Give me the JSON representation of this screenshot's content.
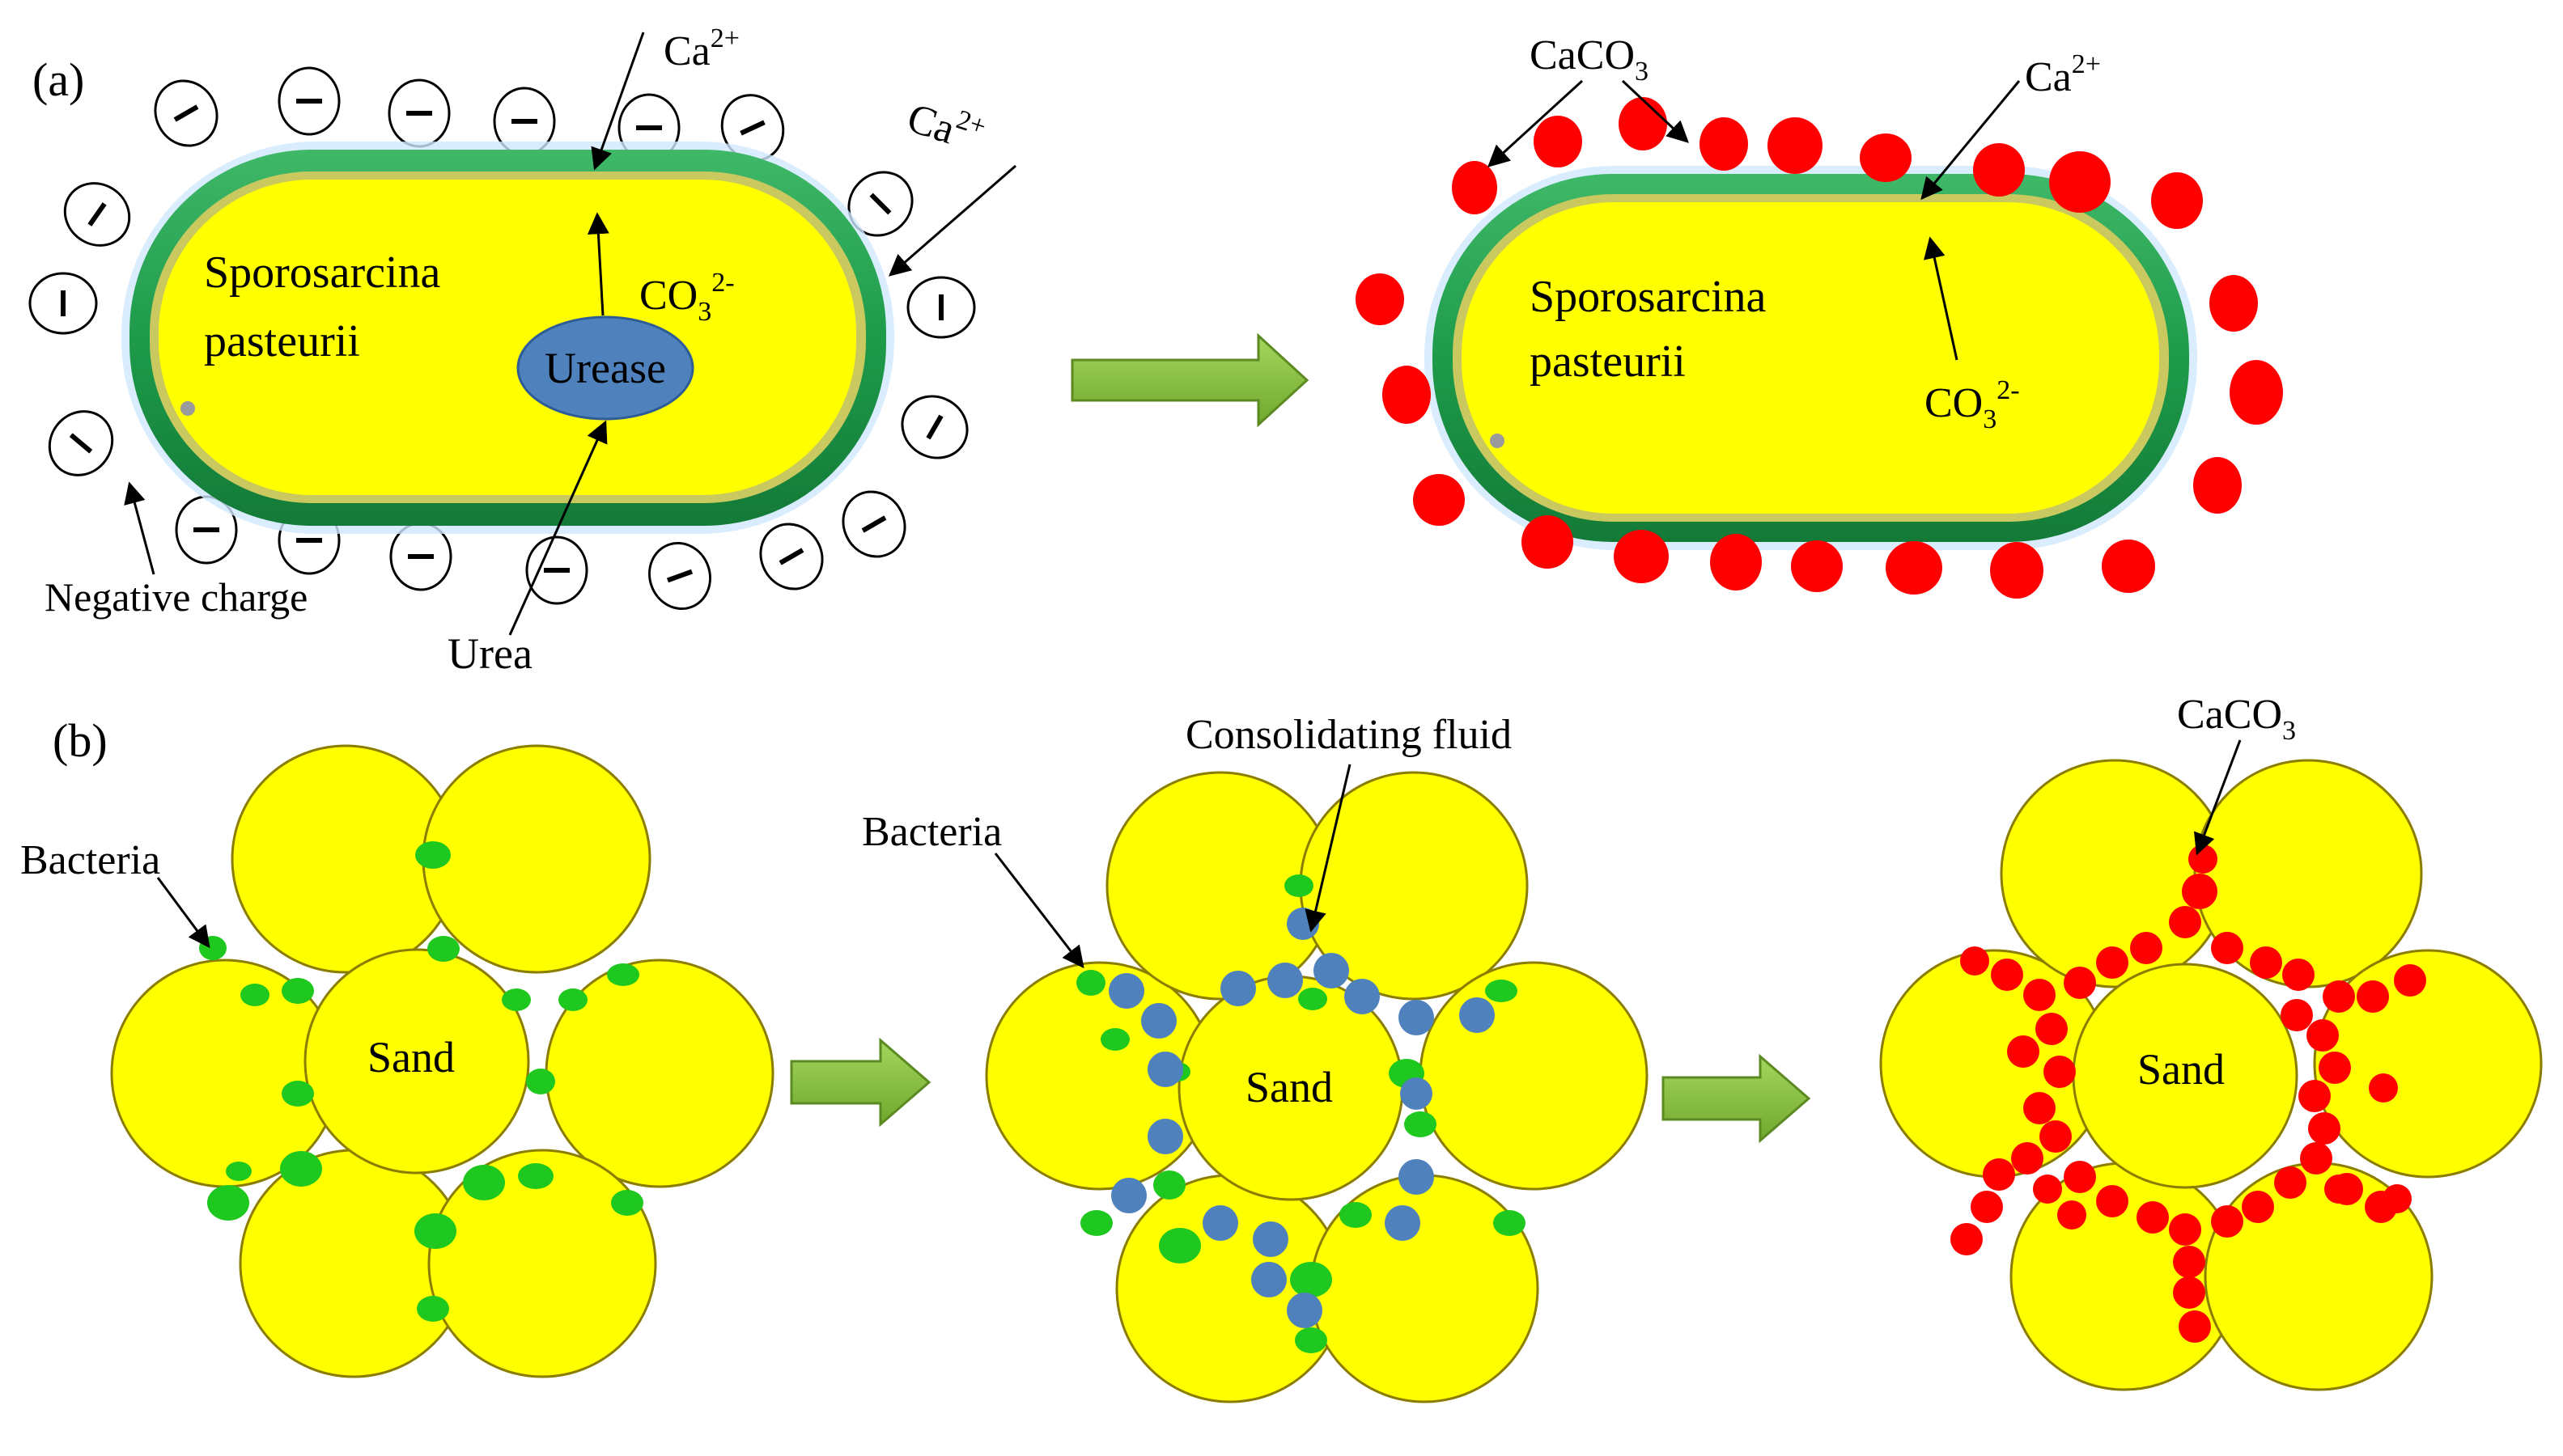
{
  "panel_a": {
    "label": "(a)",
    "cell_name_line1": "Sporosarcina",
    "cell_name_line2": "pasteurii",
    "enzyme": "Urease",
    "urea": "Urea",
    "negative_charge": "Negative charge",
    "ca_ion": "Ca",
    "ca_ion_sup": "2+",
    "ca_ion_side": "Ca",
    "ca_ion_side_sup": "2+",
    "carbonate": "CO",
    "carbonate_sub": "3",
    "carbonate_sup": "2-",
    "charge_symbol": "−",
    "after": {
      "precipitate": "CaCO",
      "precipitate_sub": "3",
      "ca_ion": "Ca",
      "ca_ion_sup": "2+",
      "carbonate": "CO",
      "carbonate_sub": "3",
      "carbonate_sup": "2-",
      "cell_name_line1": "Sporosarcina",
      "cell_name_line2": "pasteurii"
    }
  },
  "panel_b": {
    "label": "(b)",
    "sand": "Sand",
    "bacteria": "Bacteria",
    "fluid": "Consolidating fluid",
    "precipitate": "CaCO",
    "precipitate_sub": "3"
  },
  "colors": {
    "cytoplasm": "#ffff00",
    "cell_wall": "#1e9b4a",
    "urease": "#4f81bd",
    "calcium_carbonate": "#ff0000",
    "bacteria": "#1ec81e",
    "fluid": "#4f81bd",
    "arrow": "#8dc63f",
    "sand": "#ffff00"
  }
}
